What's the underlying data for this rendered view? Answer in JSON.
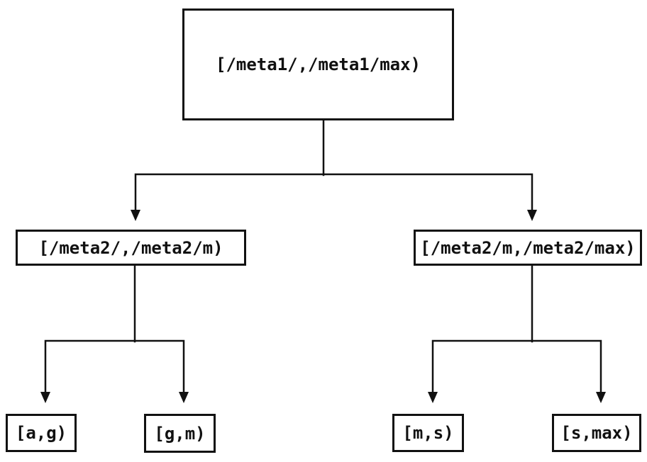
{
  "colors": {
    "stroke": "#111111",
    "background": "#ffffff"
  },
  "tree": {
    "root": {
      "label": "[/meta1/,/meta1/max)"
    },
    "level2_left": {
      "label": "[/meta2/,/meta2/m)"
    },
    "level2_right": {
      "label": "[/meta2/m,/meta2/max)"
    },
    "leaf_ag": {
      "label": "[a,g)"
    },
    "leaf_gm": {
      "label": "[g,m)"
    },
    "leaf_ms": {
      "label": "[m,s)"
    },
    "leaf_smax": {
      "label": "[s,max)"
    }
  }
}
